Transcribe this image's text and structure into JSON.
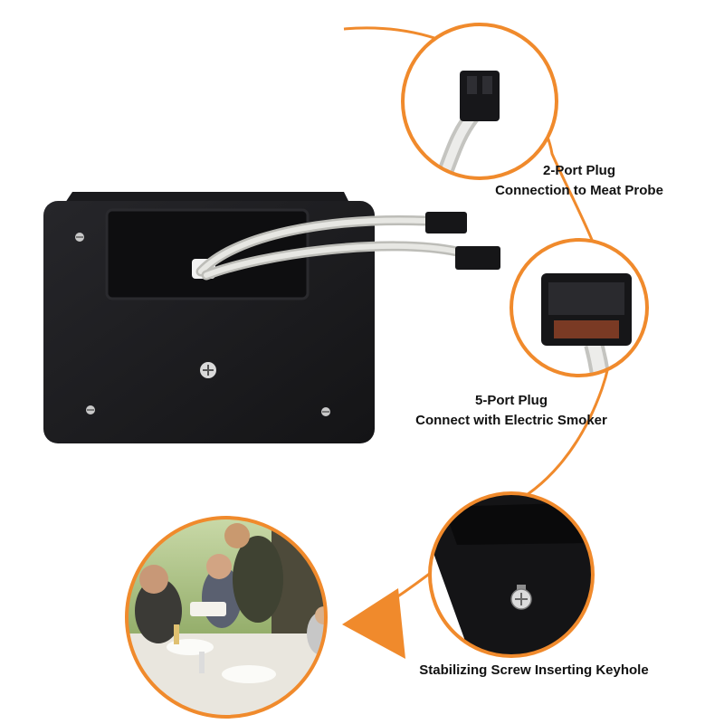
{
  "callouts": {
    "two_port": {
      "title": "2-Port Plug",
      "subtitle": "Connection to Meat Probe"
    },
    "five_port": {
      "title": "5-Port Plug",
      "subtitle": "Connect with Electric Smoker"
    },
    "screw": {
      "title": "Stabilizing Screw Inserting Keyhole"
    }
  },
  "colors": {
    "accent": "#f08a2c",
    "panel": "#1b1b1e",
    "cable": "#d9d9d6"
  },
  "icons": [
    "orange-arrow-icon",
    "screw-icon"
  ]
}
